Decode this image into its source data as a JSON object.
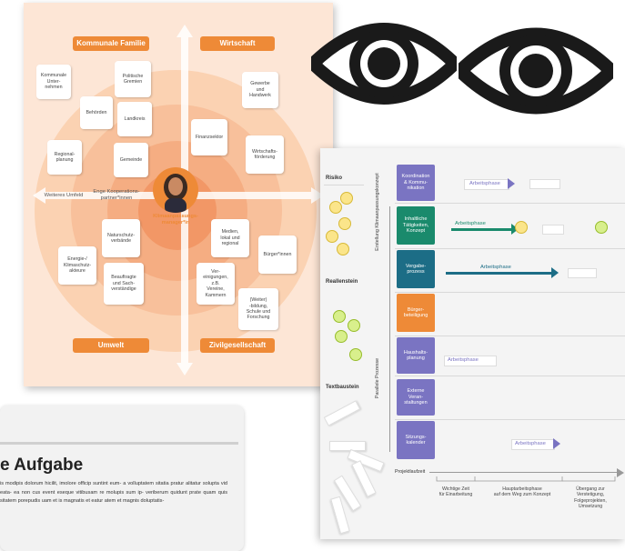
{
  "stakeholder_map": {
    "quadrants": {
      "kommunal": "Kommunale Familie",
      "wirtschaft": "Wirtschaft",
      "umwelt": "Umwelt",
      "zivil": "Zivilgesellschaft"
    },
    "center": "Klimaanpassungs-\nmanager*in",
    "weiteres": "Weiteres Umfeld",
    "enge": "Enge Kooperations-\npartner*innen",
    "cards": {
      "kommunale_unternehmen": "Kommunale\nUnter-\nnehmen",
      "politische_gremien": "Politische\nGremien",
      "behoerden": "Behörden",
      "landkreis": "Landkreis",
      "regionalplanung": "Regional-\nplanung",
      "gemeinde": "Gemeinde",
      "gewerbe": "Gewerbe\nund\nHandwerk",
      "finanzsektor": "Finanzsektor",
      "wirtschaftsfoerderung": "Wirtschafts-\nförderung",
      "naturschutz": "Naturschutz-\nverbände",
      "medien": "Medien,\nlokal und\nregional",
      "energie": "Energie-/\nKlimaschutz-\nakteure",
      "buerger": "Bürger*innen",
      "vereinigungen": "Ver-\neinigungen,\nz.B.\nVereine,\nKammern",
      "beauftragte": "Beauftragte\nund Sach-\nverständige",
      "weiterbildung": "(Weiter)\n-bildung,\nSchule und\nForschung"
    }
  },
  "process_board": {
    "left_labels": {
      "risiko": "Risiko",
      "reallenstein": "Reallenstein",
      "textbaustein": "Textbaustein"
    },
    "vertical_labels": {
      "erstellung": "Erstellung Klimaanpassungskonzept",
      "parallele": "Parallele Prozesse"
    },
    "boxes": [
      {
        "label": "Koordination\n& Kommu-\nnikation",
        "color": "#7a74c2"
      },
      {
        "label": "Inhaltliche\nTätigkeiten,\nKonzept",
        "color": "#1a8a6c"
      },
      {
        "label": "Vergabe-\nprozess",
        "color": "#1c6d86"
      },
      {
        "label": "Bürger-\nbeteiligung",
        "color": "#ee8a37"
      },
      {
        "label": "Haushalts-\nplanung",
        "color": "#7a74c2"
      },
      {
        "label": "Externe\nVeran-\nstaltungen",
        "color": "#7a74c2"
      },
      {
        "label": "Sitzungs-\nkalender",
        "color": "#7a74c2"
      }
    ],
    "phases": {
      "p1": "Arbeitsphase",
      "p2": "Arbeitsphase",
      "p3": "Arbeitsphase",
      "p4": "Arbeitsphase",
      "p5": "Arbeitsphase"
    },
    "blank_text": "........",
    "axis_label": "Projektlaufzeit",
    "footer": {
      "a": "Wichtige Zeit\nfür Einarbeitung",
      "b": "Hauptarbeitsphase\nauf dem Weg zum Konzept",
      "c": "Übergang zur\nVerstetigung,\nFolgeprojekten,\nUmsetzung"
    }
  },
  "task_card": {
    "title": "e Aufgabe",
    "body": "is modipis dolorum hicilit, imolore officip suntint eum- a volluptatem sitatia pratur alitatur solupta vid eata- ea non cus event eseque vitibusam re molupis sum ip- veriberum quidunt prate quam quis sitatem porepudis uam et is magnatis et eatur atem et magnis doluptatis-"
  }
}
